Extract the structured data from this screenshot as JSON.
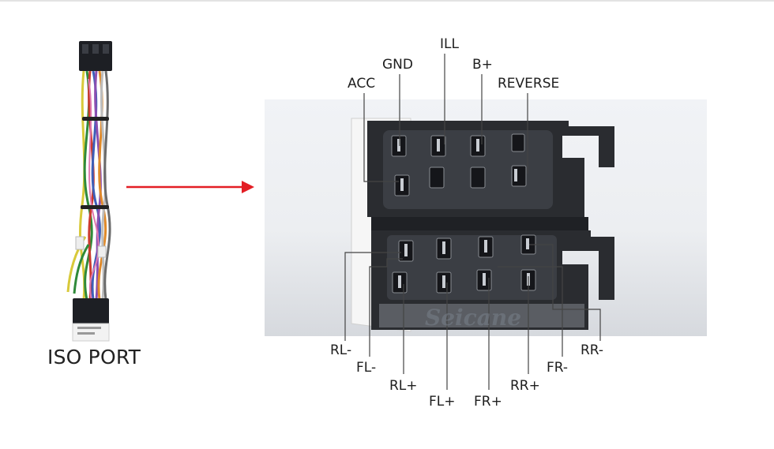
{
  "caption": "ISO PORT",
  "watermark": "Seicane",
  "labels": {
    "acc": "ACC",
    "gnd": "GND",
    "ill": "ILL",
    "b_plus": "B+",
    "reverse": "REVERSE",
    "rl_minus": "RL-",
    "fl_minus": "FL-",
    "rl_plus": "RL+",
    "fl_plus": "FL+",
    "fr_plus": "FR+",
    "rr_plus": "RR+",
    "fr_minus": "FR-",
    "rr_minus": "RR-"
  },
  "colors": {
    "arrow": "#e31e24",
    "connector": "#2a2c30",
    "wire_line": "#444444"
  }
}
